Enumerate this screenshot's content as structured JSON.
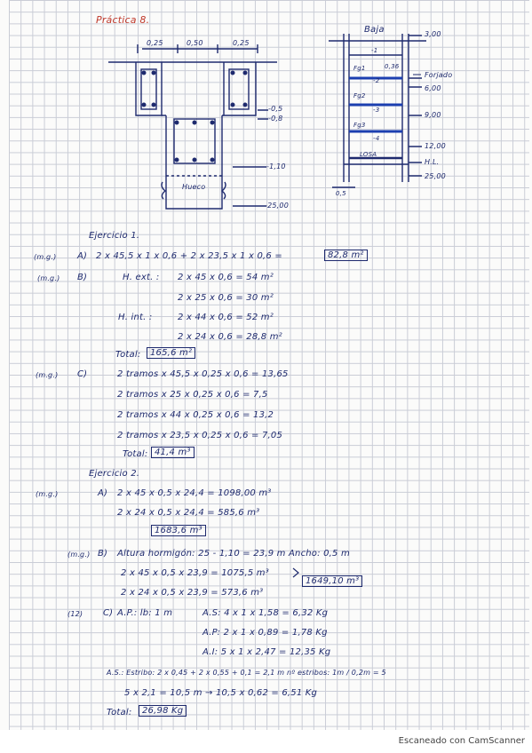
{
  "title": "Práctica 8.",
  "section_label": {
    "dims": [
      "0,25",
      "0,50",
      "0,25"
    ],
    "levels_left": [
      "-0,5",
      "-0,8",
      "-1,10",
      "-25,00"
    ],
    "hueco": "Hueco",
    "baja": "Baja",
    "levels_right": [
      "3,00",
      "Forjado",
      "6,00",
      "9,00",
      "12,00",
      "H.L.",
      "25,00"
    ],
    "floors": [
      "Fg1",
      "Fg2",
      "Fg3",
      "-1",
      "-2",
      "-3",
      "-4",
      "LOSA"
    ],
    "small": [
      "0,36",
      "0,5"
    ]
  },
  "ej1": {
    "heading": "Ejercicio 1.",
    "a_tag": "(m.g.)",
    "a_label": "A)",
    "a_expr": "2 x 45,5 x 1 x 0,6 + 2 x 23,5 x 1 x 0,6 =",
    "a_result": "82,8 m²",
    "b_tag": "(m.g.)",
    "b_label": "B)",
    "b_ext_label": "H. ext. :",
    "b_ext_1": "2 x 45 x 0,6 = 54 m²",
    "b_ext_2": "2 x 25 x 0,6 = 30 m²",
    "b_int_label": "H. int. :",
    "b_int_1": "2 x 44 x 0,6 = 52 m²",
    "b_int_2": "2 x 24 x 0,6 = 28,8 m²",
    "b_total_label": "Total:",
    "b_total": "165,6 m²",
    "c_tag": "(m.g.)",
    "c_label": "C)",
    "c_1": "2 tramos x 45,5 x 0,25 x 0,6 = 13,65",
    "c_2": "2 tramos x 25 x 0,25 x 0,6 = 7,5",
    "c_3": "2 tramos x 44 x 0,25 x 0,6 = 13,2",
    "c_4": "2 tramos x 23,5 x 0,25 x 0,6 = 7,05",
    "c_total_label": "Total:",
    "c_total": "41,4 m³"
  },
  "ej2": {
    "heading": "Ejercicio 2.",
    "a_tag": "(m.g.)",
    "a_label": "A)",
    "a_1": "2 x 45 x 0,5 x 24,4 = 1098,00 m³",
    "a_2": "2 x 24 x 0,5 x 24,4 = 585,6 m³",
    "a_total": "1683,6 m³",
    "b_tag": "(m.g.)",
    "b_label": "B)",
    "b_title": "Altura hormigón: 25 - 1,10 = 23,9 m   Ancho: 0,5 m",
    "b_1": "2 x 45 x 0,5 x 23,9 = 1075,5 m³",
    "b_2": "2 x 24 x 0,5 x 23,9 = 573,6 m³",
    "b_total": "1649,10 m³",
    "c_tag": "(12)",
    "c_label": "C)",
    "c_ap": "A.P.: lb: 1 m",
    "c_as": "A.S: 4 x 1 x 1,58 = 6,32 Kg",
    "c_ap2": "A.P: 2 x 1 x 0,89 = 1,78 Kg",
    "c_ai": "A.I: 5 x 1 x 2,47 = 12,35 Kg",
    "c_est": "A.S.: Estribo: 2 x 0,45 + 2 x 0,55 + 0,1 = 2,1 m   nº estribos: 1m / 0,2m = 5",
    "c_est2": "5 x 2,1 = 10,5 m → 10,5 x 0,62 = 6,51 Kg",
    "c_total_label": "Total:",
    "c_total": "26,98 Kg"
  },
  "watermark": "Escaneado con CamScanner"
}
